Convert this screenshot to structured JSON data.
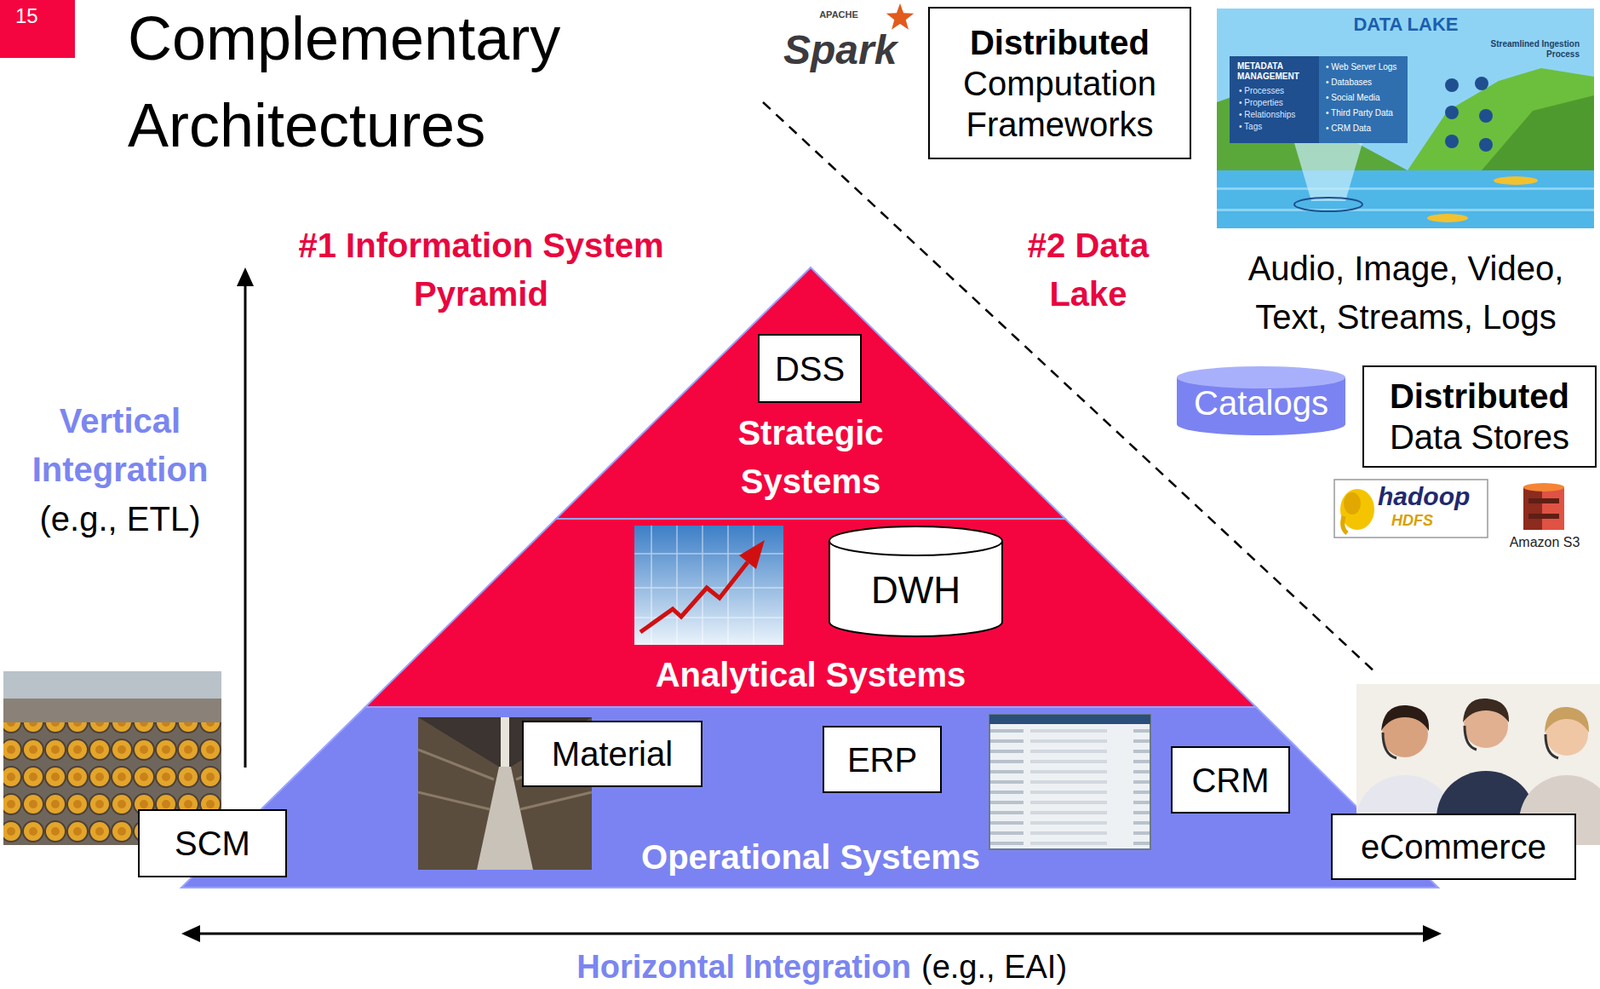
{
  "diagram": {
    "title": "Complementary Architectures",
    "nodes": [
      {
        "text": [
          "15"
        ]
      },
      {
        "text": [
          "Distributed",
          "Computation Frameworks"
        ]
      },
      {
        "text": [
          "Strategic Systems"
        ]
      },
      {
        "text": [
          "DSS"
        ],
        "in": 2
      },
      {
        "text": [
          "Analytical Systems"
        ]
      },
      {
        "text": [
          "DWH"
        ],
        "in": 4
      },
      {
        "text": [
          "Catalogs"
        ]
      },
      {
        "text": [
          "Distributed",
          "Data Stores"
        ]
      },
      {
        "text": [
          "Operational Systems"
        ]
      },
      {
        "text": [
          "Material"
        ],
        "in": 8
      },
      {
        "text": [
          "ERP"
        ],
        "in": 8
      },
      {
        "text": [
          "CRM"
        ],
        "in": 8
      },
      {
        "text": [
          "SCM"
        ]
      },
      {
        "text": [
          "eCommerce"
        ]
      }
    ],
    "labels": [
      "#1 Information System Pyramid",
      "#2 Data Lake",
      "Vertical Integration",
      "(e.g., ETL)",
      "Horizontal Integration",
      "(e.g., EAI)",
      "Audio, Image, Video, Text, Streams, Logs",
      "APACHE",
      "Spark",
      "DATA LAKE",
      "Streamlined Ingestion Process",
      "METADATA MANAGEMENT",
      "• Processes",
      "• Properties",
      "• Relationships",
      "• Tags",
      "• Web Server Logs",
      "• Databases",
      "• Social Media",
      "• Third Party Data",
      "• CRM Data",
      "hadoop",
      "HDFS",
      "Amazon S3"
    ]
  }
}
